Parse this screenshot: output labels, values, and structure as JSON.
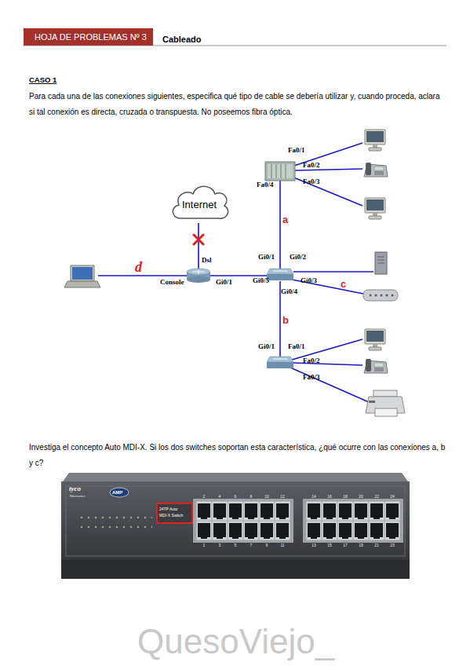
{
  "diagram": {
    "title": "Cableado",
    "nodes": [
      {
        "text": [
          "HOJA DE PROBLEMAS Nº 3"
        ]
      },
      {
        "text": [
          "Internet"
        ]
      }
    ],
    "labels": [
      "CASO 1",
      "Para cada una de las conexiones siguientes, especifica qué tipo de cable se debería utilizar y, cuando proceda, aclara si tal conexión es directa, cruzada o transpuesta. No poseemos fibra óptica.",
      "Fa0/1",
      "Fa0/2",
      "Fa0/4",
      "Fa0/3",
      "a",
      "Dsl",
      "Gi0/1",
      "Gi0/2",
      "d",
      "Console",
      "Gi0/1",
      "Gi0/5",
      "Gi0/3",
      "c",
      "Gi0/4",
      "b",
      "Gi0/1",
      "Fa0/1",
      "Fa0/2",
      "Fa0/3",
      "Investiga el concepto Auto MDI-X. Si los dos switches soportan esta característica, ¿qué ocurre con las conexiones a, b y c?",
      "tyco",
      "Electronics",
      "AMP",
      "24TP Auto",
      "MDI-X Switch",
      "2",
      "4",
      "6",
      "8",
      "10",
      "12",
      "14",
      "16",
      "18",
      "20",
      "22",
      "24",
      "1",
      "3",
      "5",
      "7",
      "9",
      "11",
      "13",
      "15",
      "17",
      "19",
      "21",
      "23",
      "QuesoViejo_"
    ]
  }
}
